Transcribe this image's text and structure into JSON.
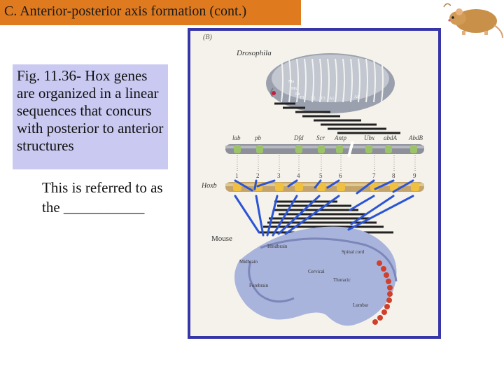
{
  "slide": {
    "title": "C. Anterior-posterior axis formation (cont.)",
    "caption": "Fig. 11.36- Hox genes are organized in a linear sequences that concurs with posterior to anterior structures",
    "note_line1": "This is referred to as",
    "note_line2": "the ___________"
  },
  "figure": {
    "panel_label": "(B)",
    "drosophila_label": "Drosophila",
    "fly_segment_labels": [
      "Ma",
      "Mx",
      "Lb",
      "T1",
      "T2",
      "T3",
      "A1",
      "A8"
    ],
    "fly_genes": [
      "lab",
      "pb",
      "Dfd",
      "Scr",
      "Antp",
      "Ubx",
      "abdA",
      "AbdB"
    ],
    "hoxb_label": "Hoxb",
    "hoxb_numbers": [
      "1",
      "2",
      "3",
      "4",
      "5",
      "6",
      "7",
      "8",
      "9"
    ],
    "mouse_label": "Mouse",
    "mouse_regions": [
      "Hindbrain",
      "Spinal cord",
      "Midbrain",
      "Cervical",
      "Forebrain",
      "Thoracic",
      "Lumbar"
    ]
  },
  "colors": {
    "title_bg": "#e07a1f",
    "caption_bg": "#c9c9f2",
    "figure_border": "#3636a8",
    "connector_lines": "#2b54d6"
  }
}
